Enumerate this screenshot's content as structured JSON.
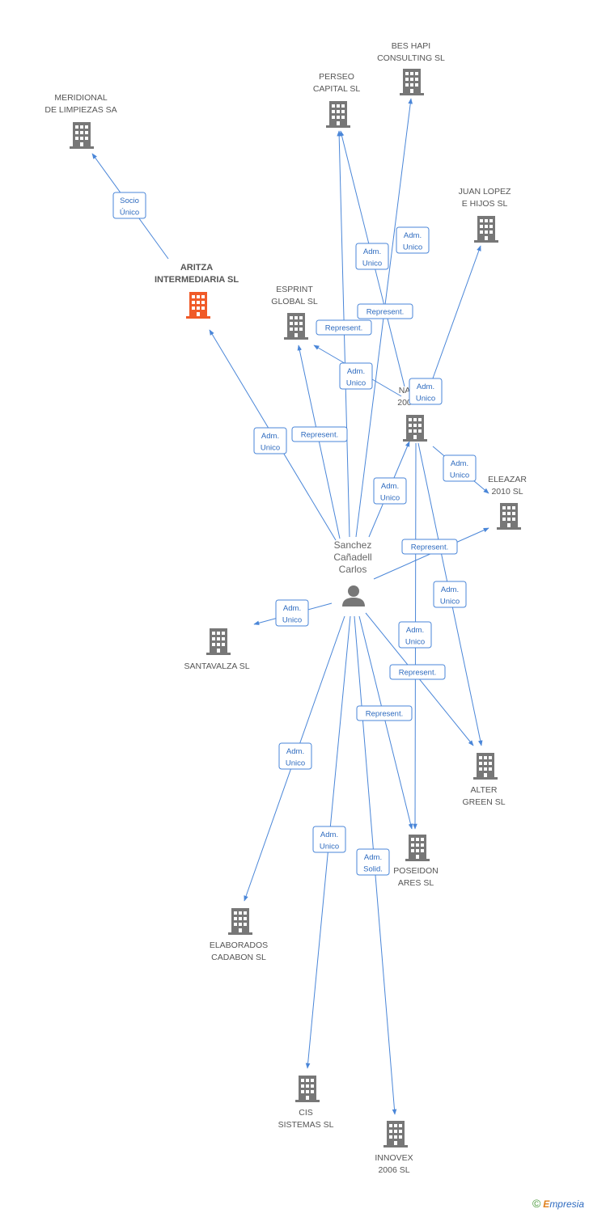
{
  "colors": {
    "edge": "#4a86d8",
    "building": "#777777",
    "building_highlight": "#f05a28",
    "person": "#777777"
  },
  "person": {
    "label": [
      "Sanchez",
      "Cañadell",
      "Carlos"
    ]
  },
  "nodes": [
    {
      "id": "bes_hapi",
      "label": [
        "BES HAPI",
        "CONSULTING SL"
      ],
      "highlight": false
    },
    {
      "id": "perseo",
      "label": [
        "PERSEO",
        "CAPITAL SL"
      ],
      "highlight": false
    },
    {
      "id": "meridional",
      "label": [
        "MERIDIONAL",
        "DE LIMPIEZAS SA"
      ],
      "highlight": false
    },
    {
      "id": "juan_lopez",
      "label": [
        "JUAN LOPEZ",
        "E HIJOS SL"
      ],
      "highlight": false
    },
    {
      "id": "aritza",
      "label": [
        "ARITZA",
        "INTERMEDIARIA SL"
      ],
      "highlight": true
    },
    {
      "id": "esprint",
      "label": [
        "ESPRINT",
        "GLOBAL SL"
      ],
      "highlight": false
    },
    {
      "id": "na2001",
      "label": [
        "NA",
        "200"
      ],
      "highlight": false
    },
    {
      "id": "eleazar",
      "label": [
        "ELEAZAR",
        "2010 SL"
      ],
      "highlight": false
    },
    {
      "id": "santavalza",
      "label": [
        "SANTAVALZA SL"
      ],
      "highlight": false
    },
    {
      "id": "alter_green",
      "label": [
        "ALTER",
        "GREEN SL"
      ],
      "highlight": false
    },
    {
      "id": "poseidon",
      "label": [
        "POSEIDON",
        "ARES SL"
      ],
      "highlight": false
    },
    {
      "id": "elaborados",
      "label": [
        "ELABORADOS",
        "CADABON  SL"
      ],
      "highlight": false
    },
    {
      "id": "cis",
      "label": [
        "CIS",
        "SISTEMAS SL"
      ],
      "highlight": false
    },
    {
      "id": "innovex",
      "label": [
        "INNOVEX",
        "2006 SL"
      ],
      "highlight": false
    }
  ],
  "edges": [
    {
      "from": "aritza",
      "to": "meridional",
      "label": [
        "Socio",
        "Único"
      ]
    },
    {
      "from": "person",
      "to": "aritza",
      "label": [
        "Adm.",
        "Unico"
      ]
    },
    {
      "from": "person",
      "to": "esprint",
      "label": [
        "Represent."
      ]
    },
    {
      "from": "person",
      "to": "perseo",
      "label": [
        "Adm.",
        "Unico"
      ]
    },
    {
      "from": "person",
      "to": "bes_hapi",
      "label": [
        "Adm.",
        "Unico"
      ]
    },
    {
      "from": "na2001",
      "to": "esprint",
      "label": [
        "Adm.",
        "Unico"
      ]
    },
    {
      "from": "na2001",
      "to": "perseo",
      "label": [
        "Represent."
      ]
    },
    {
      "from": "na2001",
      "to": "juan_lopez",
      "label": [
        "Adm.",
        "Unico"
      ]
    },
    {
      "from": "na2001",
      "to": "eleazar",
      "label": [
        "Adm.",
        "Unico"
      ]
    },
    {
      "from": "person",
      "to": "na2001",
      "label": [
        "Adm.",
        "Unico"
      ]
    },
    {
      "from": "person",
      "to": "eleazar",
      "label": [
        "Represent."
      ]
    },
    {
      "from": "person",
      "to": "santavalza",
      "label": [
        "Adm.",
        "Unico"
      ]
    },
    {
      "from": "na2001",
      "to": "alter_green",
      "label": [
        "Adm.",
        "Unico"
      ]
    },
    {
      "from": "na2001",
      "to": "poseidon",
      "label": [
        "Adm.",
        "Unico"
      ]
    },
    {
      "from": "person",
      "to": "alter_green",
      "label": [
        "Represent."
      ]
    },
    {
      "from": "person",
      "to": "poseidon",
      "label": [
        "Represent."
      ]
    },
    {
      "from": "person",
      "to": "elaborados",
      "label": [
        "Adm.",
        "Unico"
      ]
    },
    {
      "from": "person",
      "to": "cis",
      "label": [
        "Adm.",
        "Unico"
      ]
    },
    {
      "from": "person",
      "to": "innovex",
      "label": [
        "Adm.",
        "Solid."
      ]
    },
    {
      "from": "na2001",
      "to": "esprint_rep",
      "label": [
        "Represent."
      ]
    }
  ],
  "footer": {
    "copyright": "©",
    "brand_first": "E",
    "brand_rest": "mpresia"
  }
}
